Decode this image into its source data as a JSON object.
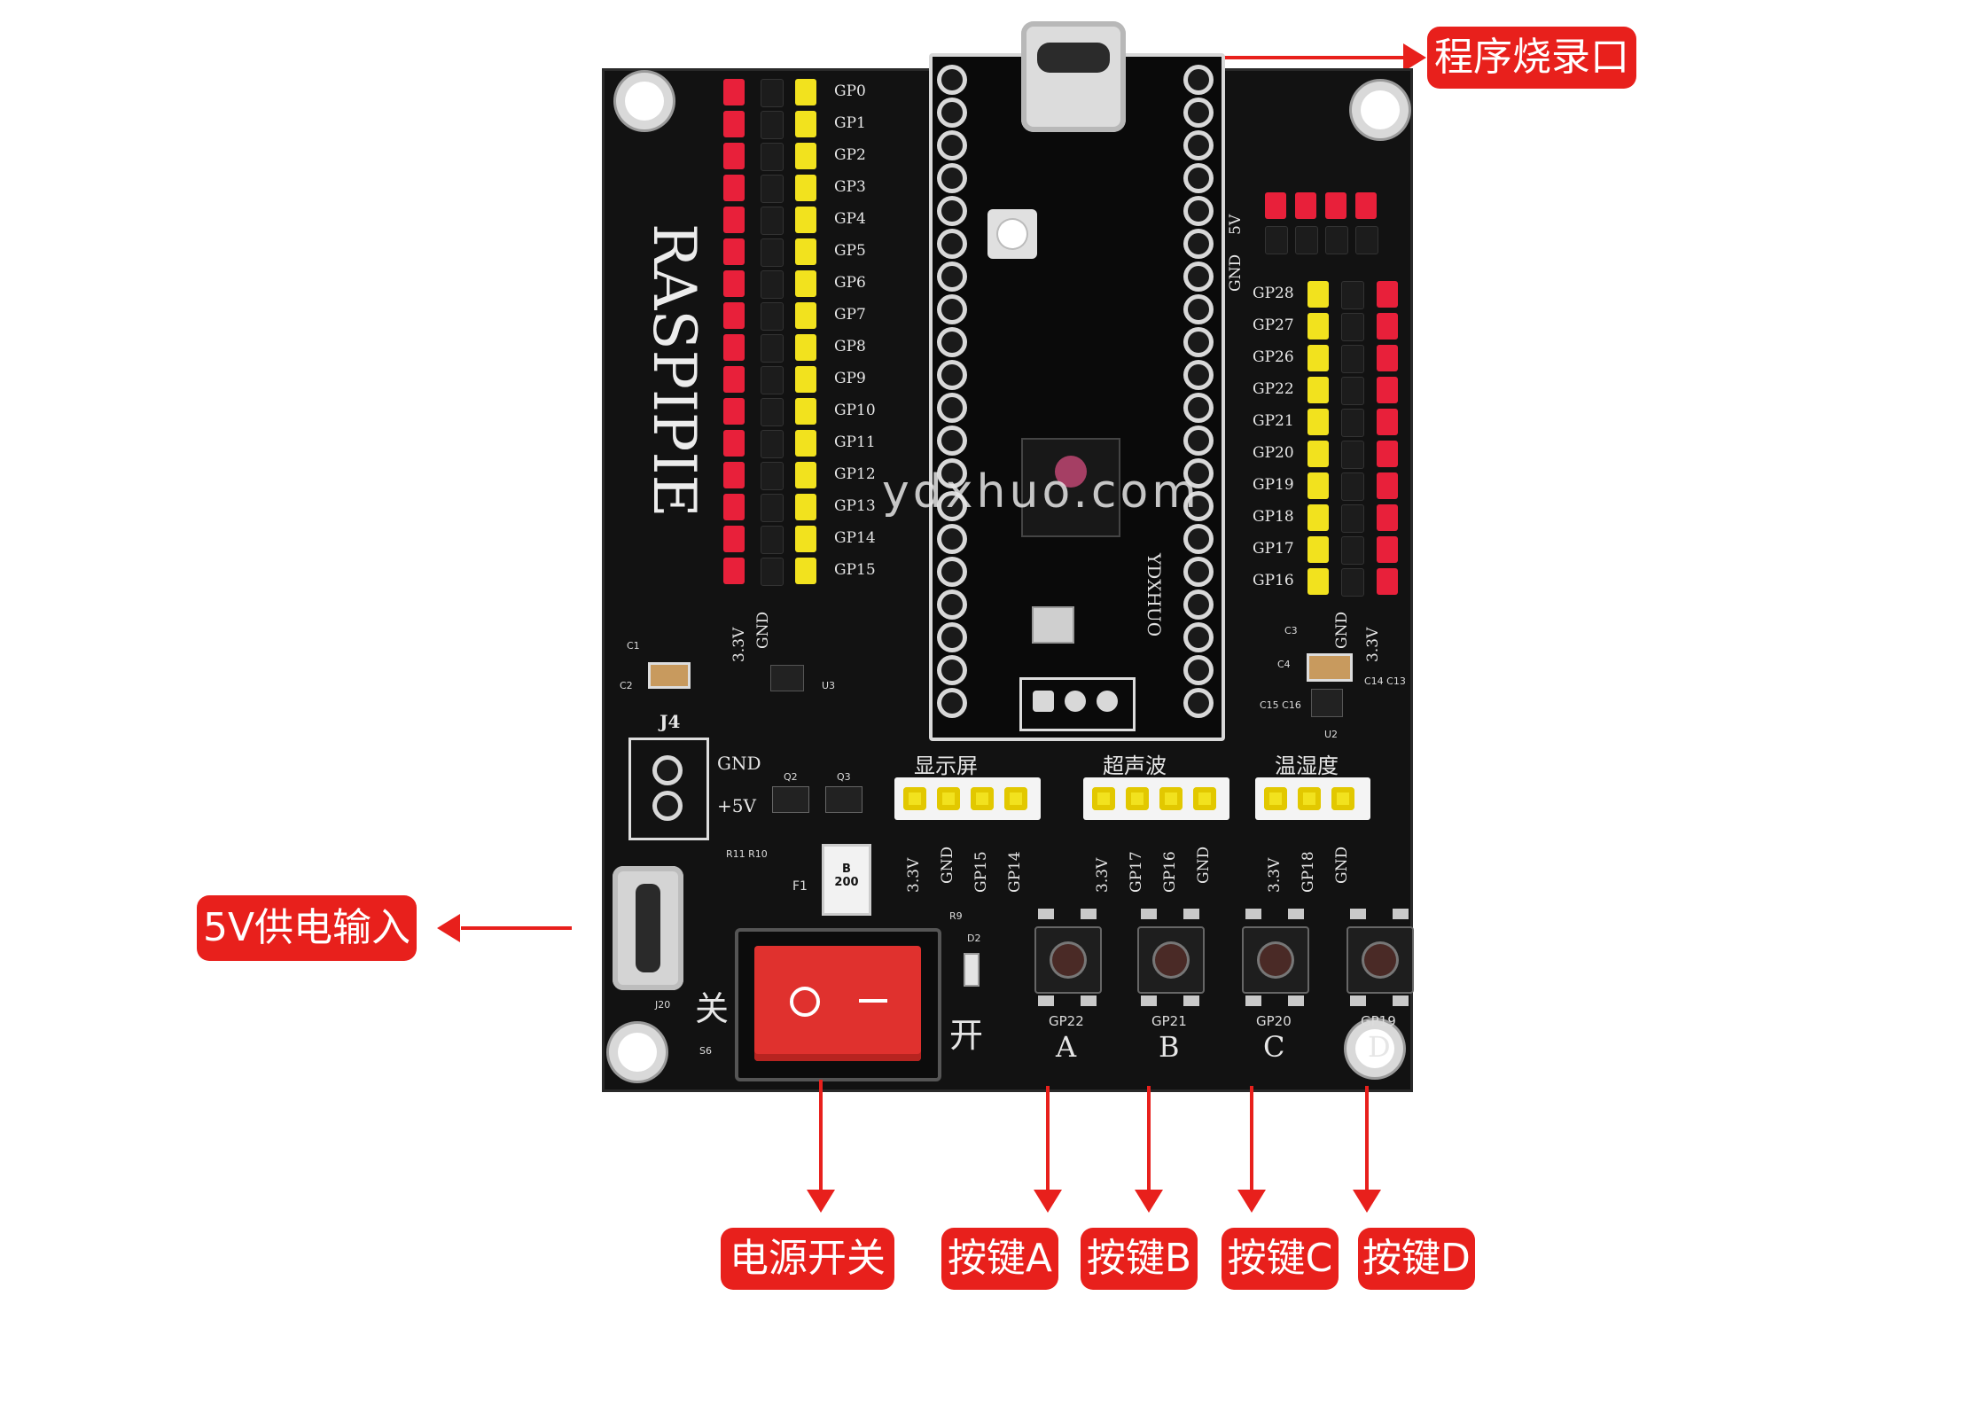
{
  "callouts": {
    "program_port": "程序烧录口",
    "power_input": "5V供电输入",
    "power_switch": "电源开关",
    "key_a": "按键A",
    "key_b": "按键B",
    "key_c": "按键C",
    "key_d": "按键D"
  },
  "board": {
    "brand": "RASPIPIE",
    "watermark": "ydxhuo.com",
    "module_label": "YDXHUO",
    "left_gp_labels": [
      "GP0",
      "GP1",
      "GP2",
      "GP3",
      "GP4",
      "GP5",
      "GP6",
      "GP7",
      "GP8",
      "GP9",
      "GP10",
      "GP11",
      "GP12",
      "GP13",
      "GP14",
      "GP15"
    ],
    "right_gp_labels": [
      "GP28",
      "GP27",
      "GP26",
      "GP22",
      "GP21",
      "GP20",
      "GP19",
      "GP18",
      "GP17",
      "GP16"
    ],
    "left_bottom_labels": [
      "3.3V",
      "GND"
    ],
    "right_bottom_labels": [
      "GND",
      "3.3V"
    ],
    "right_top_labels": [
      "5V",
      "GND"
    ],
    "power_header": {
      "j4": "J4",
      "gnd": "GND",
      "v5": "+5V"
    },
    "headers": [
      {
        "title": "显示屏",
        "pins": [
          "3.3V",
          "GND",
          "GP15",
          "GP14"
        ]
      },
      {
        "title": "超声波",
        "pins": [
          "3.3V",
          "GP17",
          "GP16",
          "GND"
        ]
      },
      {
        "title": "温湿度",
        "pins": [
          "3.3V",
          "GP18",
          "GND"
        ]
      }
    ],
    "buttons": [
      {
        "gp": "GP22",
        "letter": "A"
      },
      {
        "gp": "GP21",
        "letter": "B"
      },
      {
        "gp": "GP20",
        "letter": "C"
      },
      {
        "gp": "GP19",
        "letter": "D"
      }
    ],
    "switch": {
      "off": "关",
      "on": "开",
      "ref": "S6"
    },
    "fuse": {
      "ref": "F1",
      "code": "B 200"
    },
    "usb_ref": "J20",
    "refs": {
      "c1": "C1",
      "c2": "C2",
      "u3": "U3",
      "q2": "Q2",
      "q3": "Q3",
      "r11r10": "R11 R10",
      "r9": "R9",
      "d2": "D2",
      "c3": "C3",
      "c4": "C4",
      "u2": "U2",
      "c14c13": "C14 C13",
      "c15c16": "C15 C16"
    }
  }
}
